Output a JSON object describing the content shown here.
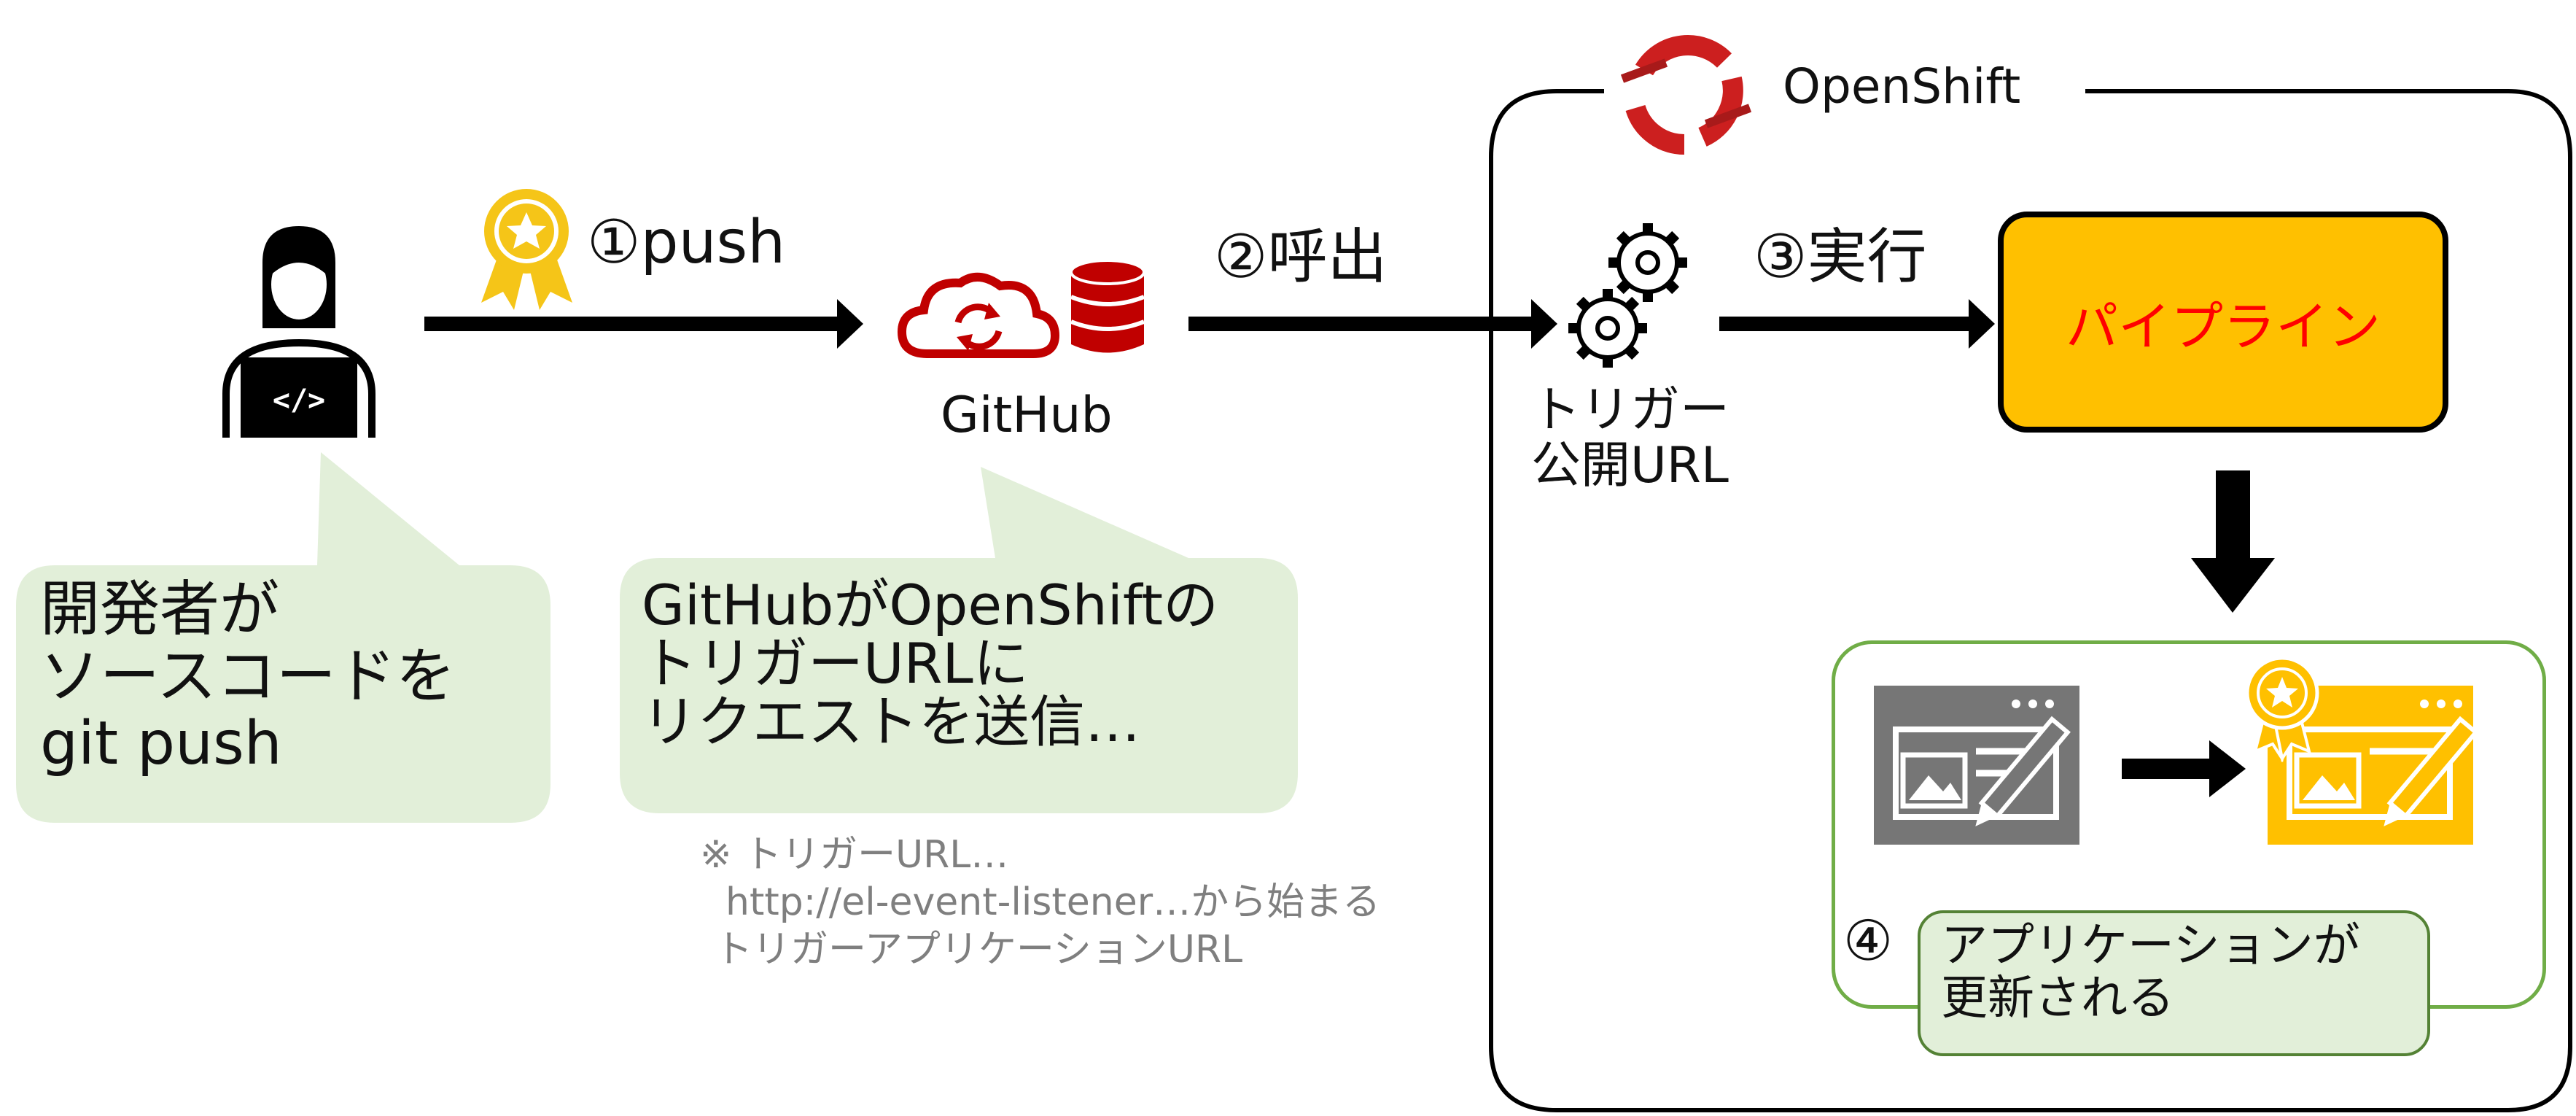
{
  "steps": {
    "push": "①push",
    "call": "②呼出",
    "run": "③実行",
    "update_num": "④"
  },
  "developer": {
    "note_lines": [
      "開発者が",
      "ソースコードを",
      "git push"
    ]
  },
  "github": {
    "label": "GitHub",
    "note_lines": [
      "GitHubがOpenShiftの",
      "トリガーURLに",
      "リクエストを送信…"
    ],
    "footnote_lines": [
      "※ トリガーURL…",
      "http://el-event-listener…から始まる",
      "トリガーアプリケーションURL"
    ]
  },
  "openshift": {
    "brand": "OpenShift",
    "trigger_lines": [
      "トリガー",
      "公開URL"
    ],
    "pipeline": "パイプライン",
    "update_lines": [
      "アプリケーションが",
      "更新される"
    ]
  },
  "colors": {
    "callout_fill": "#e2efd9",
    "callout_border": "#548235",
    "pipeline_fill": "#ffc000",
    "pipeline_text": "#ff0000",
    "openshift_red": "#cc1f1f",
    "github_red": "#c00000",
    "award_yellow": "#f5c518",
    "app_gray": "#767676",
    "footnote_gray": "#7f7f7f"
  },
  "icons": [
    "developer-icon",
    "award-icon",
    "cloud-sync-icon",
    "database-icon",
    "openshift-logo-icon",
    "gears-icon",
    "app-window-icon",
    "app-window-updated-icon"
  ]
}
